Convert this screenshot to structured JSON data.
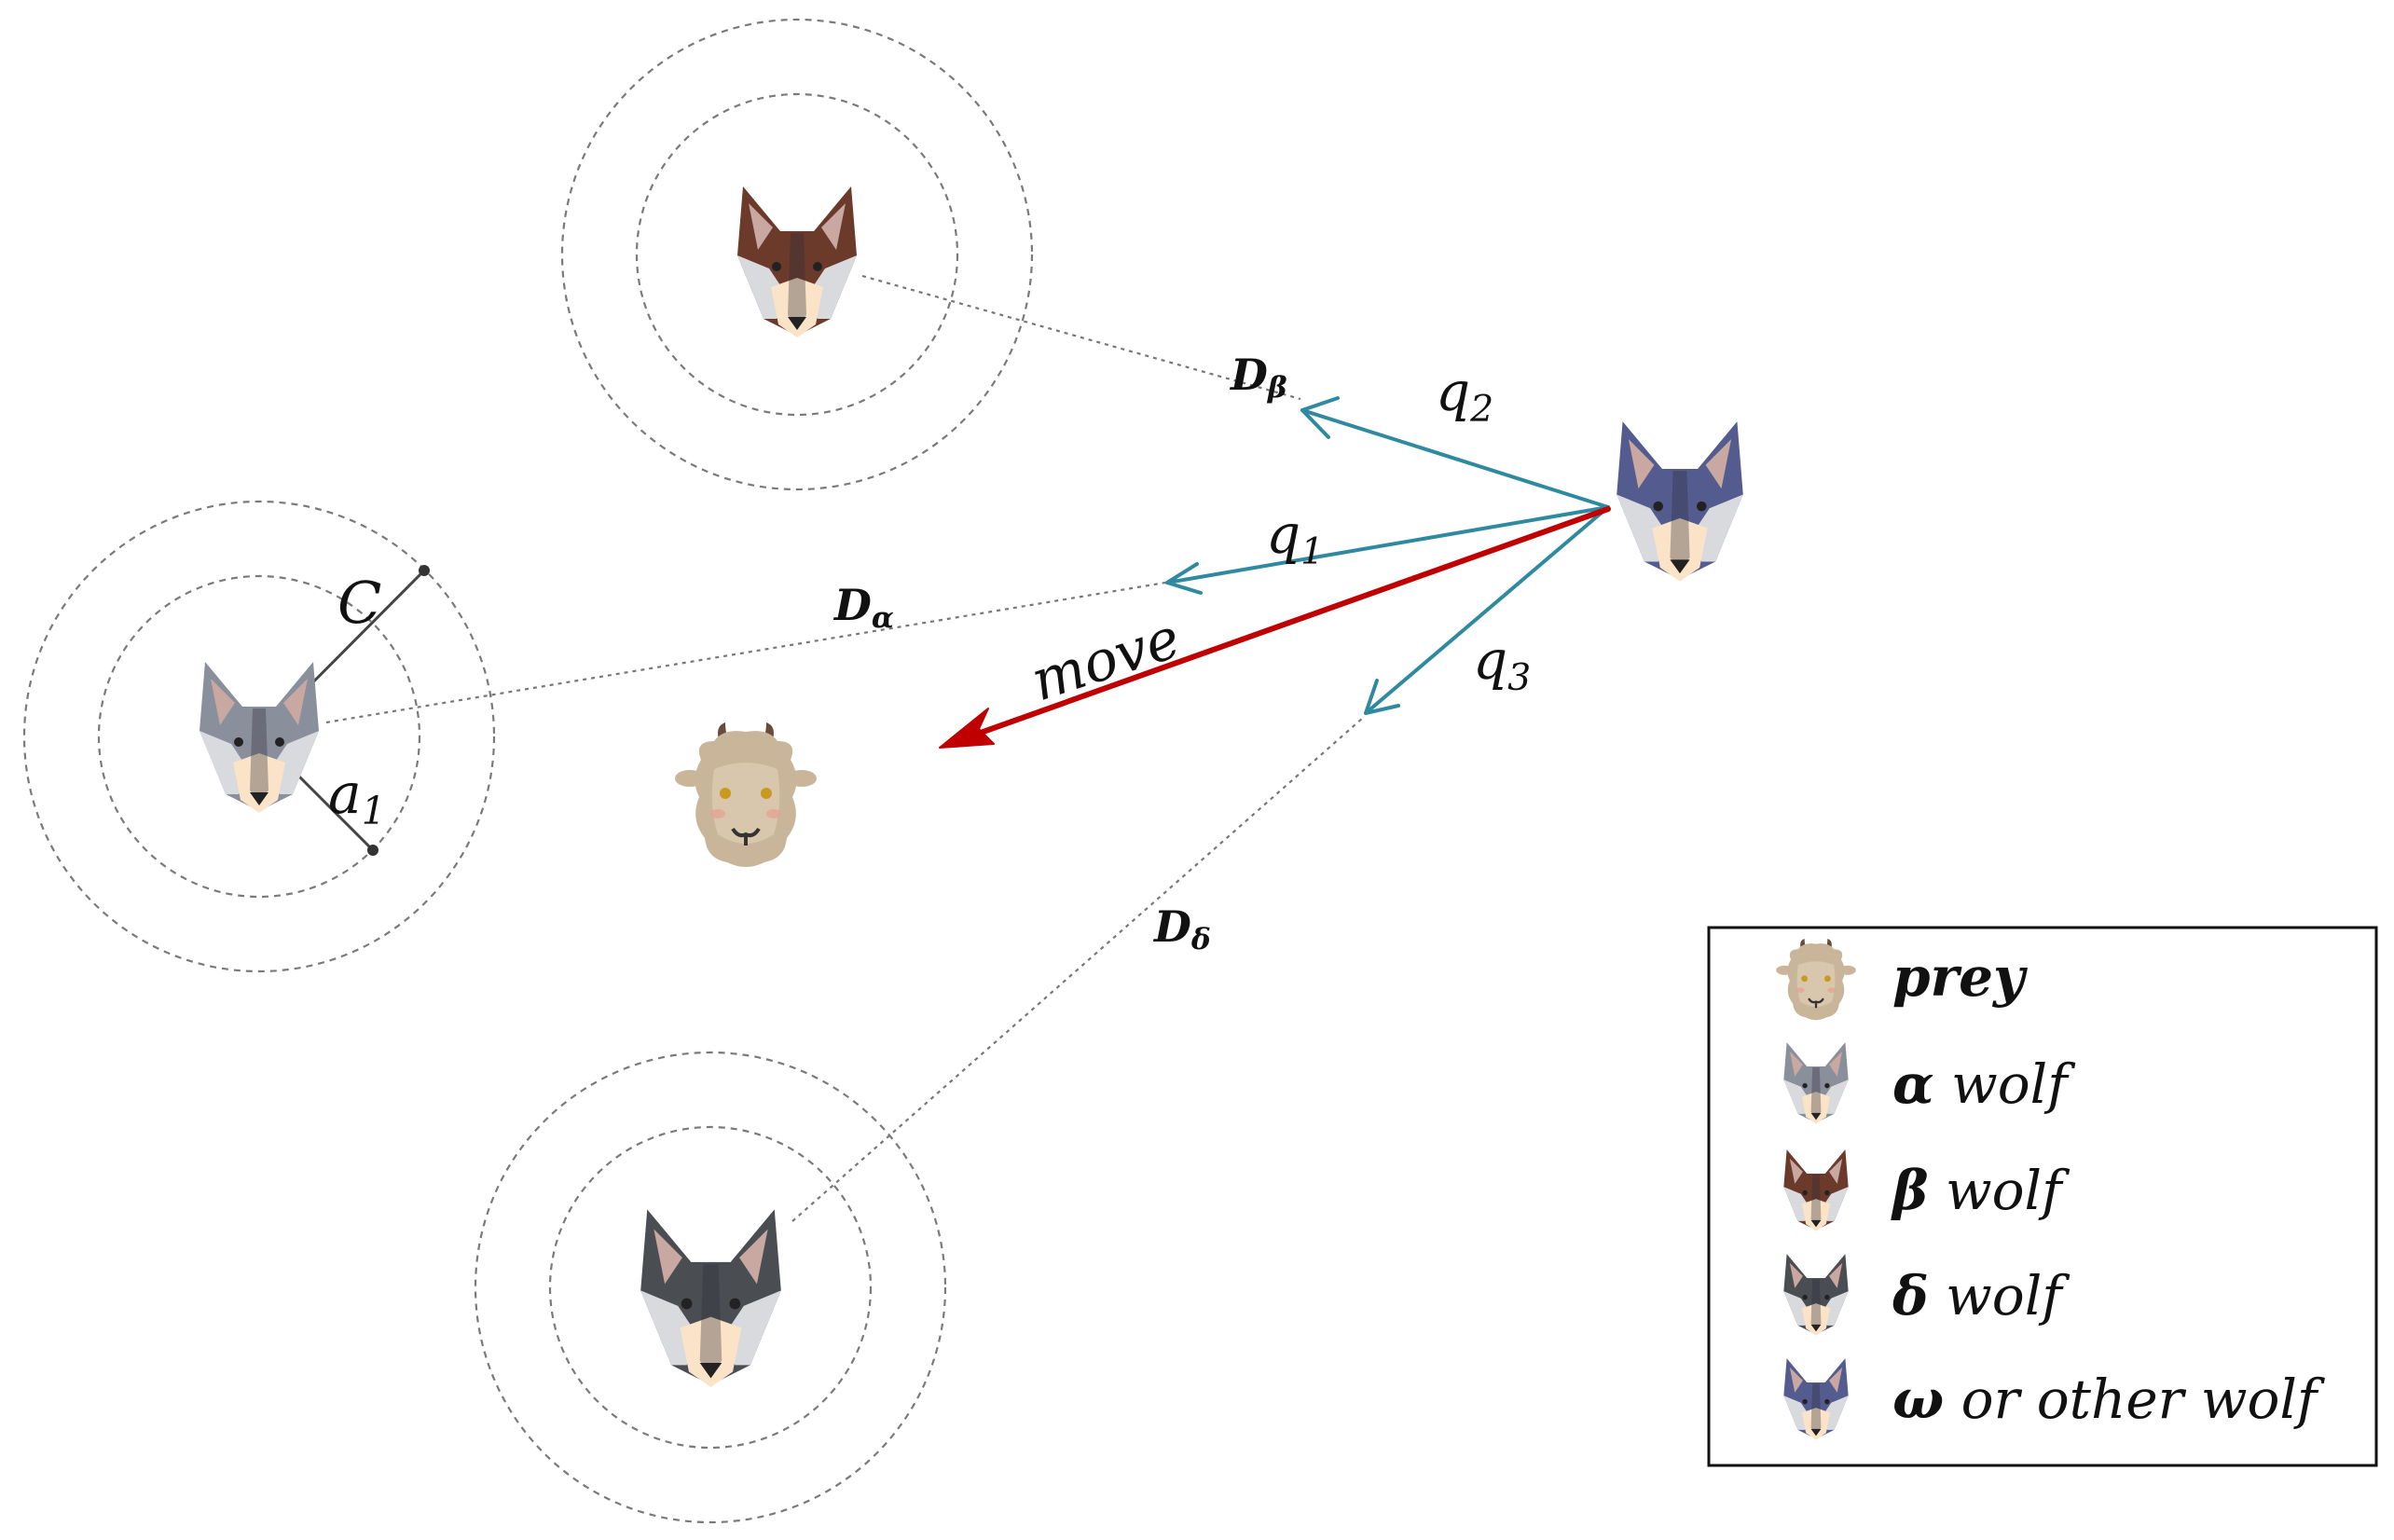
{
  "labels": {
    "q1": "q",
    "q1_sub": "1",
    "q2": "q",
    "q2_sub": "2",
    "q3": "q",
    "q3_sub": "3",
    "d_alpha": "D",
    "d_alpha_sub": "α",
    "d_beta": "D",
    "d_beta_sub": "β",
    "d_delta": "D",
    "d_delta_sub": "δ",
    "move": "move",
    "c": "C",
    "a1": "a",
    "a1_sub": "1"
  },
  "legend": {
    "items": [
      {
        "symbol": "",
        "text": "prey"
      },
      {
        "symbol": "α",
        "text": " wolf"
      },
      {
        "symbol": "β",
        "text": " wolf"
      },
      {
        "symbol": "δ",
        "text": " wolf"
      },
      {
        "symbol": "ω",
        "text": " or other wolf"
      }
    ]
  },
  "colors": {
    "alpha_wolf": "#8a8f9c",
    "beta_wolf": "#6b3a2a",
    "delta_wolf": "#4a4d52",
    "omega_wolf": "#545c8f",
    "prey": "#c9b59a",
    "q_arrow": "#2f8aa0",
    "move_arrow": "#c00000"
  },
  "icons": {
    "alpha": "alpha-wolf-icon",
    "beta": "beta-wolf-icon",
    "delta": "delta-wolf-icon",
    "omega": "omega-wolf-icon",
    "prey": "prey-sheep-icon"
  }
}
